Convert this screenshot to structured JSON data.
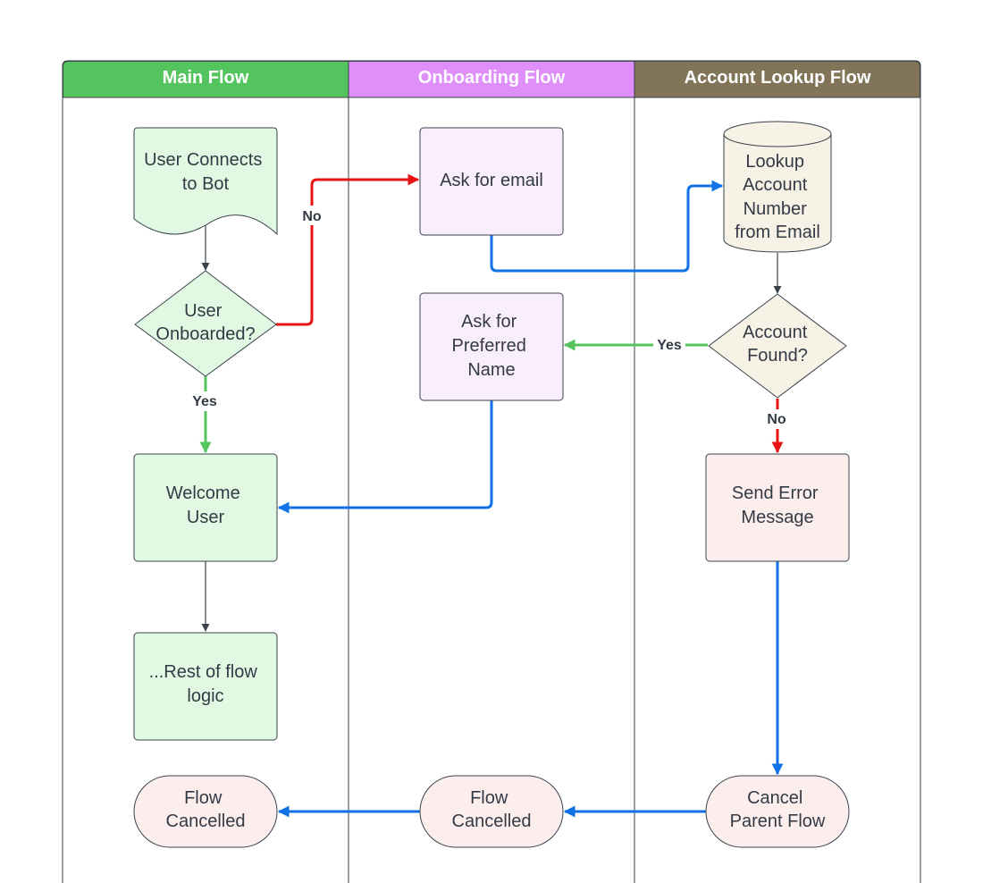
{
  "lanes": {
    "main": {
      "title": "Main Flow",
      "color": "#54c45e"
    },
    "onboarding": {
      "title": "Onboarding Flow",
      "color": "#df8ffa"
    },
    "lookup": {
      "title": "Account Lookup Flow",
      "color": "#827458"
    }
  },
  "nodes": {
    "user_connects": {
      "lines": [
        "User Connects",
        "to Bot"
      ],
      "shape": "document"
    },
    "user_onboarded": {
      "lines": [
        "User",
        "Onboarded?"
      ],
      "shape": "decision"
    },
    "welcome_user": {
      "lines": [
        "Welcome",
        "User"
      ],
      "shape": "process"
    },
    "rest_of_flow": {
      "lines": [
        "...Rest of flow",
        "logic"
      ],
      "shape": "process"
    },
    "main_flow_cancelled": {
      "lines": [
        "Flow",
        "Cancelled"
      ],
      "shape": "terminator"
    },
    "ask_email": {
      "lines": [
        "Ask for email"
      ],
      "shape": "process"
    },
    "ask_name": {
      "lines": [
        "Ask for",
        "Preferred",
        "Name"
      ],
      "shape": "process"
    },
    "onboarding_flow_cancelled": {
      "lines": [
        "Flow",
        "Cancelled"
      ],
      "shape": "terminator"
    },
    "lookup_account": {
      "lines": [
        "Lookup",
        "Account",
        "Number",
        "from Email"
      ],
      "shape": "database"
    },
    "account_found": {
      "lines": [
        "Account",
        "Found?"
      ],
      "shape": "decision"
    },
    "send_error": {
      "lines": [
        "Send Error",
        "Message"
      ],
      "shape": "process"
    },
    "cancel_parent": {
      "lines": [
        "Cancel",
        "Parent Flow"
      ],
      "shape": "terminator"
    }
  },
  "edge_labels": {
    "onboarded_no": "No",
    "onboarded_yes": "Yes",
    "found_yes": "Yes",
    "found_no": "No"
  },
  "colors": {
    "green_fill": "#e1f9e3",
    "purple_fill": "#f9eefe",
    "tan_fill": "#f6f2e5",
    "pink_fill": "#fdeeee",
    "edge_default": "#3a414a",
    "edge_red": "#e81313",
    "edge_green": "#54c45e",
    "edge_blue": "#1071e5"
  }
}
